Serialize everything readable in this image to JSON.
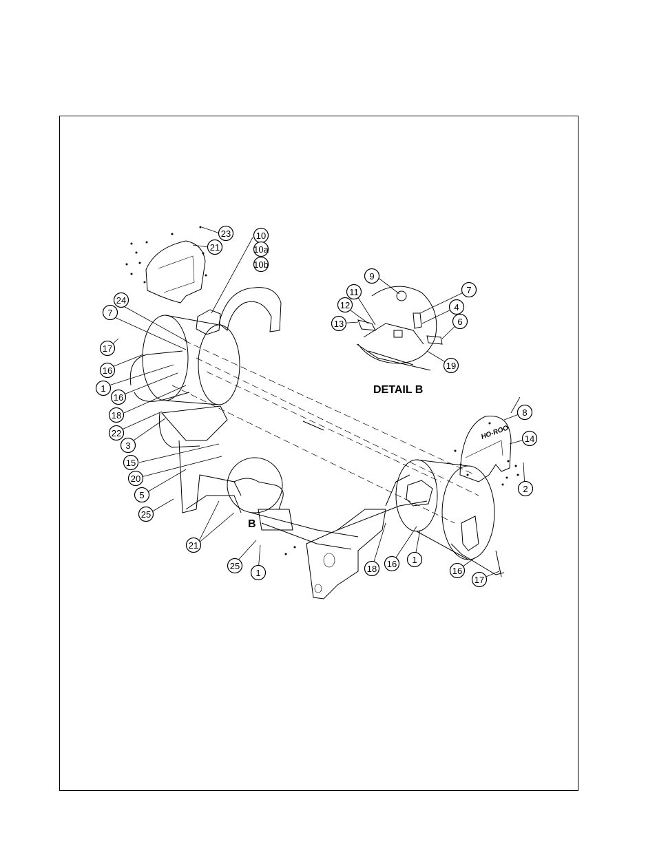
{
  "detail": {
    "title": "DETAIL B",
    "marker": "B"
  },
  "logo_text": "HO-ROO",
  "callouts": [
    "23",
    "21",
    "10",
    "10a",
    "10b",
    "24",
    "7",
    "17",
    "16",
    "1",
    "16",
    "18",
    "22",
    "3",
    "15",
    "20",
    "5",
    "25",
    "21",
    "25",
    "1",
    "9",
    "11",
    "12",
    "13",
    "7",
    "4",
    "6",
    "19",
    "8",
    "14",
    "2",
    "18",
    "16",
    "1",
    "16",
    "17"
  ]
}
